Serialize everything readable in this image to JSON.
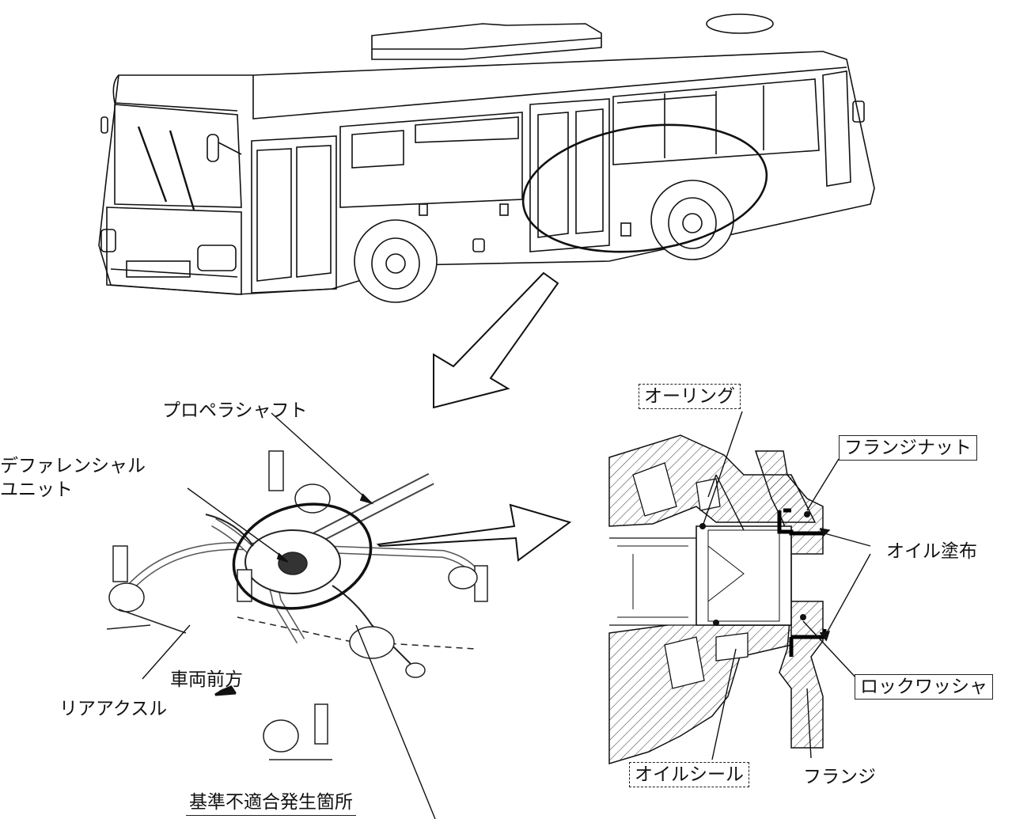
{
  "labels": {
    "propeller_shaft": "プロペラシャフト",
    "differential_line1": "デファレンシャル",
    "differential_line2": "ユニット",
    "rear_axle": "リアアクスル",
    "vehicle_front": "車両前方",
    "defect_location": "基準不適合発生箇所",
    "o_ring": "オーリング",
    "flange_nut": "フランジナット",
    "oil_applied": "オイル塗布",
    "lock_washer": "ロックワッシャ",
    "oil_seal": "オイルシール",
    "flange": "フランジ"
  }
}
